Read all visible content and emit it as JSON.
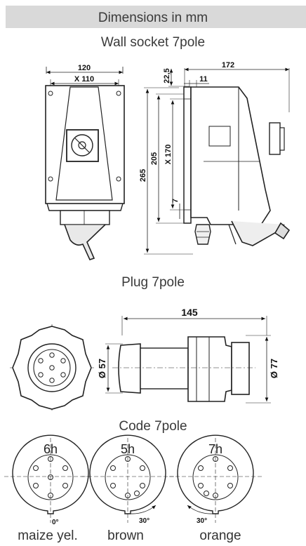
{
  "header": {
    "title": "Dimensions in mm"
  },
  "sections": {
    "wall_socket": "Wall socket 7pole",
    "plug": "Plug 7pole",
    "code": "Code 7pole"
  },
  "dimensions": {
    "width_120": "120",
    "x110": "X 110",
    "d22_5": "22,5",
    "d11": "11",
    "d172": "172",
    "d205": "205",
    "d265": "265",
    "x170": "X 170",
    "d7": "7",
    "d145": "145",
    "dia57": "Ø 57",
    "dia77": "Ø 77"
  },
  "codes": [
    {
      "hour": "6h",
      "angle": "0°",
      "color": "maize yel."
    },
    {
      "hour": "5h",
      "angle": "30°",
      "color": "brown"
    },
    {
      "hour": "7h",
      "angle": "30°",
      "color": "orange"
    }
  ]
}
